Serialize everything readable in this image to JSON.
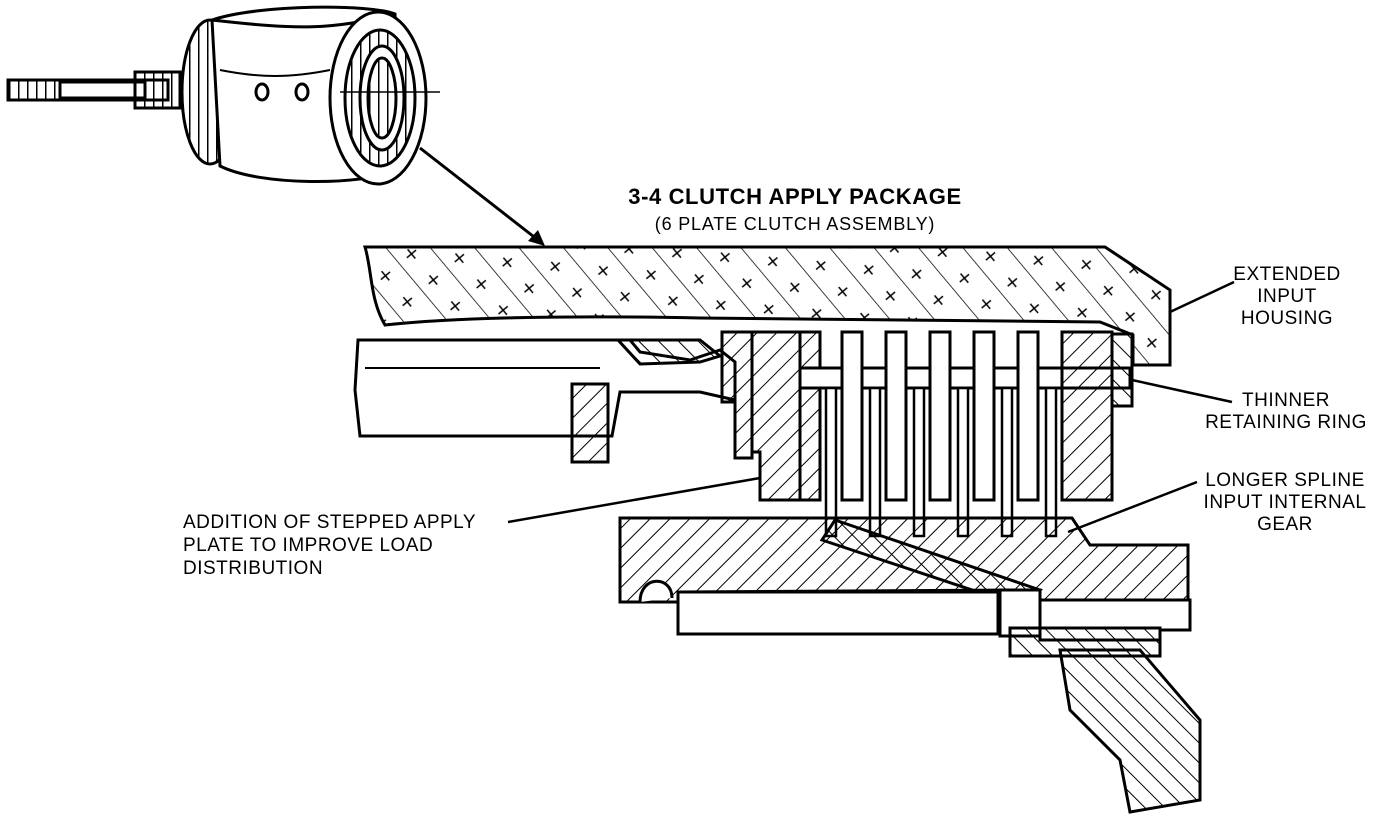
{
  "diagram": {
    "title": "3-4 CLUTCH APPLY PACKAGE",
    "subtitle": "(6 PLATE CLUTCH ASSEMBLY)",
    "callouts": {
      "extended_input_housing": [
        "EXTENDED",
        "INPUT",
        "HOUSING"
      ],
      "thinner_retaining_ring": [
        "THINNER",
        "RETAINING RING"
      ],
      "longer_spline_gear": [
        "LONGER SPLINE",
        "INPUT INTERNAL",
        "GEAR"
      ],
      "stepped_apply_plate": [
        "ADDITION OF STEPPED APPLY",
        "PLATE TO IMPROVE LOAD",
        "DISTRIBUTION"
      ]
    }
  }
}
